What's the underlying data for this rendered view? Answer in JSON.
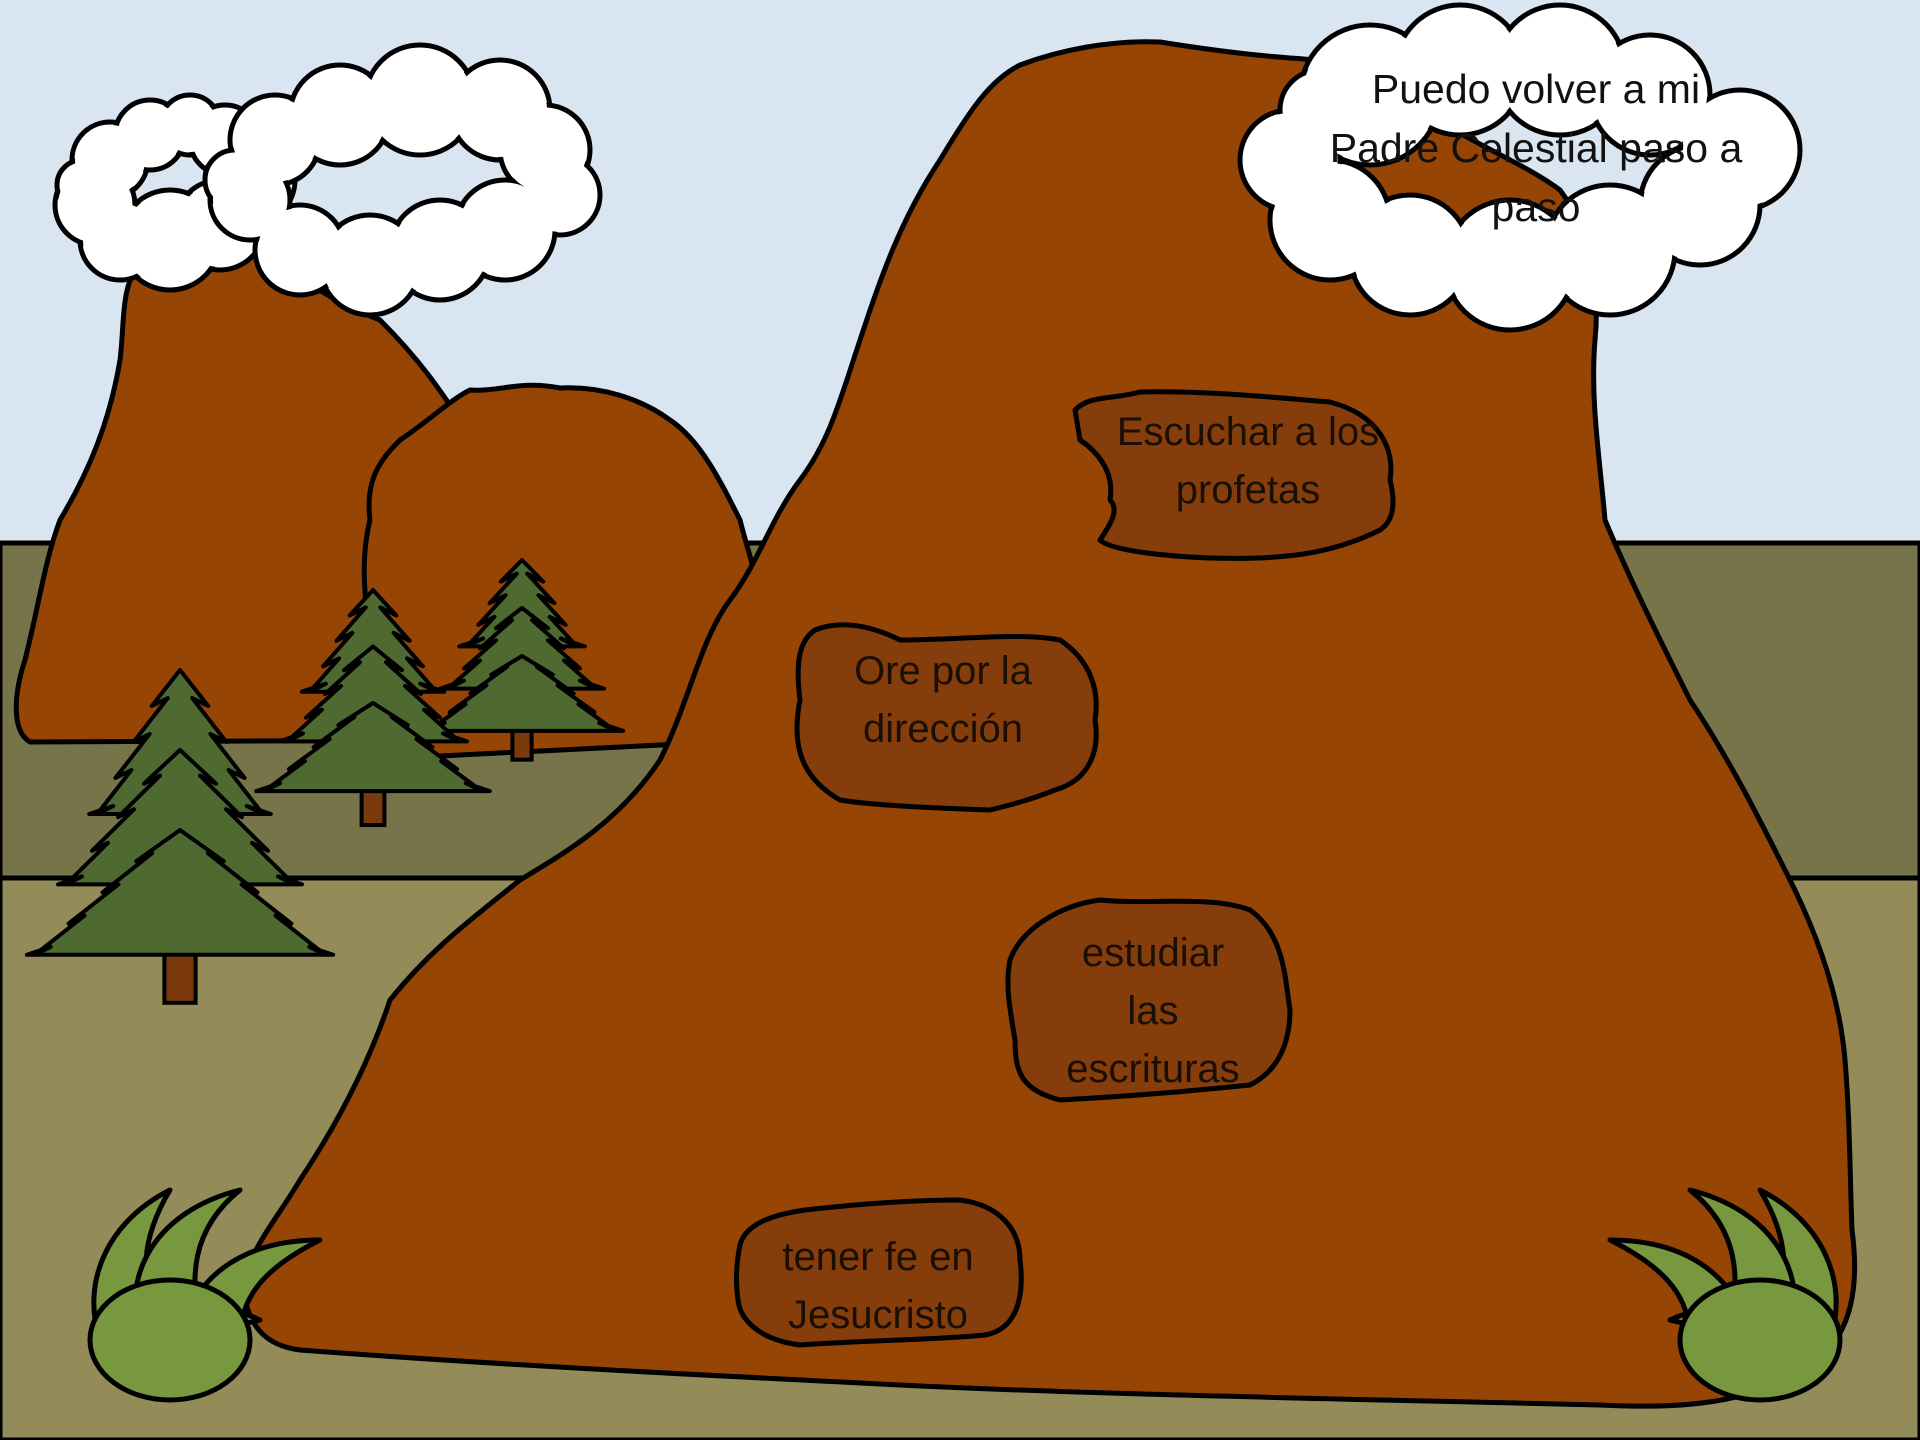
{
  "colors": {
    "sky": "#dae5f2",
    "far_ground": "#77744a",
    "near_ground": "#938c58",
    "mountain": "#964504",
    "stone": "#843d0b",
    "tree": "#4e6a30",
    "trunk": "#7a3a0c",
    "bush": "#78983f",
    "cloud": "#ffffff"
  },
  "goal_cloud": {
    "lines": [
      "Puedo volver a mi",
      "Padre Celestial paso a",
      "paso"
    ]
  },
  "steps": [
    {
      "lines": [
        "Escuchar a los",
        "profetas"
      ]
    },
    {
      "lines": [
        "Ore por la",
        "dirección"
      ]
    },
    {
      "lines": [
        "estudiar",
        "las",
        "escrituras"
      ]
    },
    {
      "lines": [
        "tener fe en",
        "Jesucristo"
      ]
    }
  ]
}
